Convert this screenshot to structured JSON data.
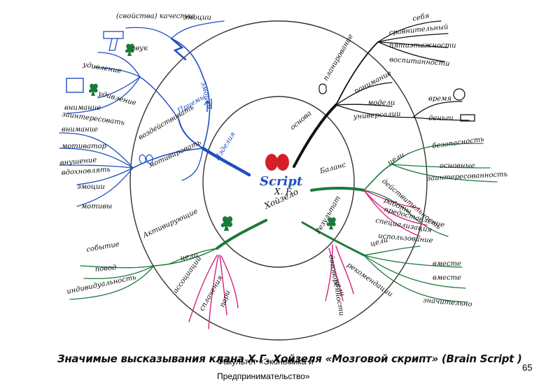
{
  "colors": {
    "blue": "#1e4fc2",
    "black": "#111111",
    "green": "#1a7a3a",
    "magenta": "#d4237f",
    "red": "#d41e2a",
    "circle": "#333333"
  },
  "center": {
    "script": "Script",
    "initials": "X. F.",
    "name": "Хойзело"
  },
  "black_branch": {
    "main": "основа",
    "sub": {
      "label": "планирование",
      "leaves": [
        "себя",
        "сравнительный",
        "пятиэтажности",
        "воспитанности"
      ]
    },
    "words": [
      "понимание",
      "модели",
      "универсалии"
    ],
    "right": [
      "время",
      "деньги"
    ]
  },
  "blue_branch": {
    "main": "Изделия",
    "upper": [
      "Приемы",
      "эмоции"
    ],
    "top": [
      "(свойства) качества",
      "эмоции"
    ],
    "left_upper": [
      "звук",
      "удивление",
      "внимание",
      "удивление"
    ],
    "left_mid": [
      "воздействовать",
      "мотивировать",
      "заинтересовать",
      "внимание",
      "внушение",
      "мотиватор",
      "вдохновлять"
    ],
    "left_low": [
      "эмоции",
      "мотивы"
    ],
    "icons": [
      "gun-icon",
      "monitor-icon"
    ]
  },
  "green_right_branch": {
    "main": "Баланс",
    "words": [
      "цели",
      "безопасность",
      "основные",
      "заинтересованность"
    ],
    "magenta": [
      "действительность",
      "работы",
      "предоставление",
      "специализация",
      "использование"
    ],
    "lower": [
      "Результат",
      "цели",
      "вместе",
      "вместе",
      "значительно"
    ],
    "magenta_lower": [
      "рекомендации",
      "договоренности",
      "цели"
    ]
  },
  "green_left_branch": {
    "main": "Активирующие",
    "words": [
      "событие",
      "повод",
      "индивидуальность",
      "цели",
      "ассоциации",
      "сплочения",
      "пари"
    ]
  },
  "caption": "Значимые высказывания клана Х.Г. Хойзеля «Мозговой скрипт» (Brain Script )",
  "footer": [
    "Факультет «Экономика и",
    "Предпринимательство»"
  ],
  "page_number": "65"
}
